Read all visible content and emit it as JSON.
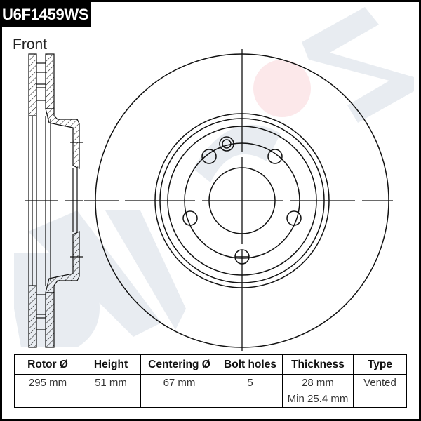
{
  "header": {
    "part_number": "U6F1459WS",
    "view_label": "Front"
  },
  "watermark": {
    "text": "DVIOS",
    "color": "#e8ecf1",
    "dot_color": "#fce8ea"
  },
  "drawing": {
    "type": "brake disc technical drawing",
    "views": [
      "cross-section",
      "front view"
    ],
    "bolt_hole_count": 5
  },
  "specs_table": {
    "headers": [
      "Rotor Ø",
      "Height",
      "Centering Ø",
      "Bolt holes",
      "Thickness",
      "Type"
    ],
    "values": {
      "rotor_diameter": "295 mm",
      "height": "51 mm",
      "centering_diameter": "67 mm",
      "bolt_holes": "5",
      "thickness": "28 mm",
      "min_thickness": "Min 25.4 mm",
      "type": "Vented"
    }
  }
}
